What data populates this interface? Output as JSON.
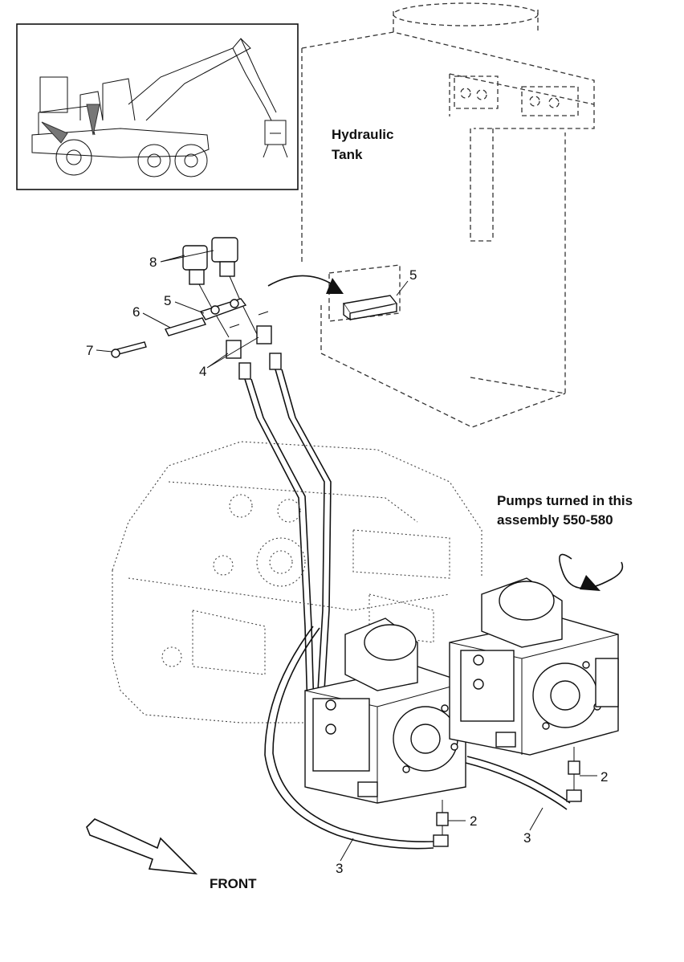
{
  "labels": {
    "hydraulic_line1": "Hydraulic",
    "hydraulic_line2": "Tank",
    "pumps_line1": "Pumps turned in this",
    "pumps_line2": "assembly 550-580",
    "front": "FRONT"
  },
  "callouts": {
    "c8": "8",
    "c5_left": "5",
    "c6": "6",
    "c7": "7",
    "c4": "4",
    "c5_right": "5",
    "c2_left": "2",
    "c2_right": "2",
    "c3_left": "3",
    "c3_right": "3"
  },
  "icons": [
    "machine-overview-inset",
    "hydraulic-tank-outline",
    "rotation-arrow",
    "front-direction-arrow",
    "insertion-arrow"
  ]
}
